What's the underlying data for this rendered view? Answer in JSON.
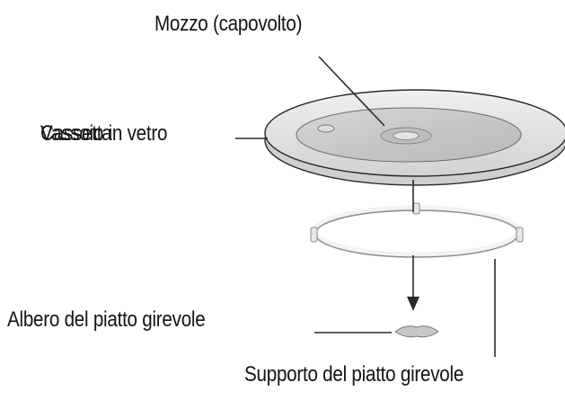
{
  "labels": {
    "hub": "Mozzo (capovolto)",
    "glass_tray_overlap": [
      "Vassoio in vetro",
      "Cassetta"
    ],
    "turntable_shaft": "Albero del piatto girevole",
    "turntable_support": "Supporto del piatto girevole"
  },
  "colors": {
    "line": "#2a2a2a",
    "tray_fill": "#e2e2e2",
    "tray_center": "#c6c6c6",
    "ring_fill": "#f4f4f4",
    "text": "#141414"
  }
}
